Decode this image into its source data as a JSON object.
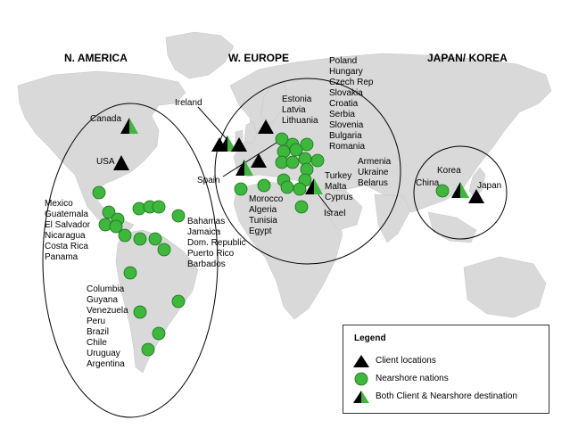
{
  "regions": {
    "na": "N. AMERICA",
    "eu": "W. EUROPE",
    "jk": "JAPAN/ KOREA"
  },
  "labels": {
    "canada": "Canada",
    "usa": "USA",
    "ireland": "Ireland",
    "spain": "Spain",
    "korea": "Korea",
    "china": "China",
    "japan": "Japan",
    "israel": "Israel"
  },
  "lists": {
    "central_america": [
      "Mexico",
      "Guatemala",
      "El Salvador",
      "Nicaragua",
      "Costa Rica",
      "Panama"
    ],
    "caribbean": [
      "Bahamas",
      "Jamaica",
      "Dom. Republic",
      "Puerto Rico",
      "Barbados"
    ],
    "south_america": [
      "Columbia",
      "Guyana",
      "Venezuela",
      "Peru",
      "Brazil",
      "Chile",
      "Uruguay",
      "Argentina"
    ],
    "baltics": [
      "Estonia",
      "Latvia",
      "Lithuania"
    ],
    "eastern_europe": [
      "Poland",
      "Hungary",
      "Czech Rep",
      "Slovakia",
      "Croatia",
      "Serbia",
      "Slovenia",
      "Bulgaria",
      "Romania"
    ],
    "north_africa": [
      "Morocco",
      "Algeria",
      "Tunisia",
      "Egypt"
    ],
    "mediterranean": [
      "Turkey",
      "Malta",
      "Cyprus"
    ],
    "caucasus": [
      "Armenia",
      "Ukraine",
      "Belarus"
    ]
  },
  "legend": {
    "title": "Legend",
    "client": "Client locations",
    "nearshore": "Nearshore nations",
    "both": "Both Client & Nearshore destination"
  },
  "colors": {
    "land": "#d9d9d9",
    "nearshore_green": "#3db83d",
    "marker_black": "#000000"
  }
}
